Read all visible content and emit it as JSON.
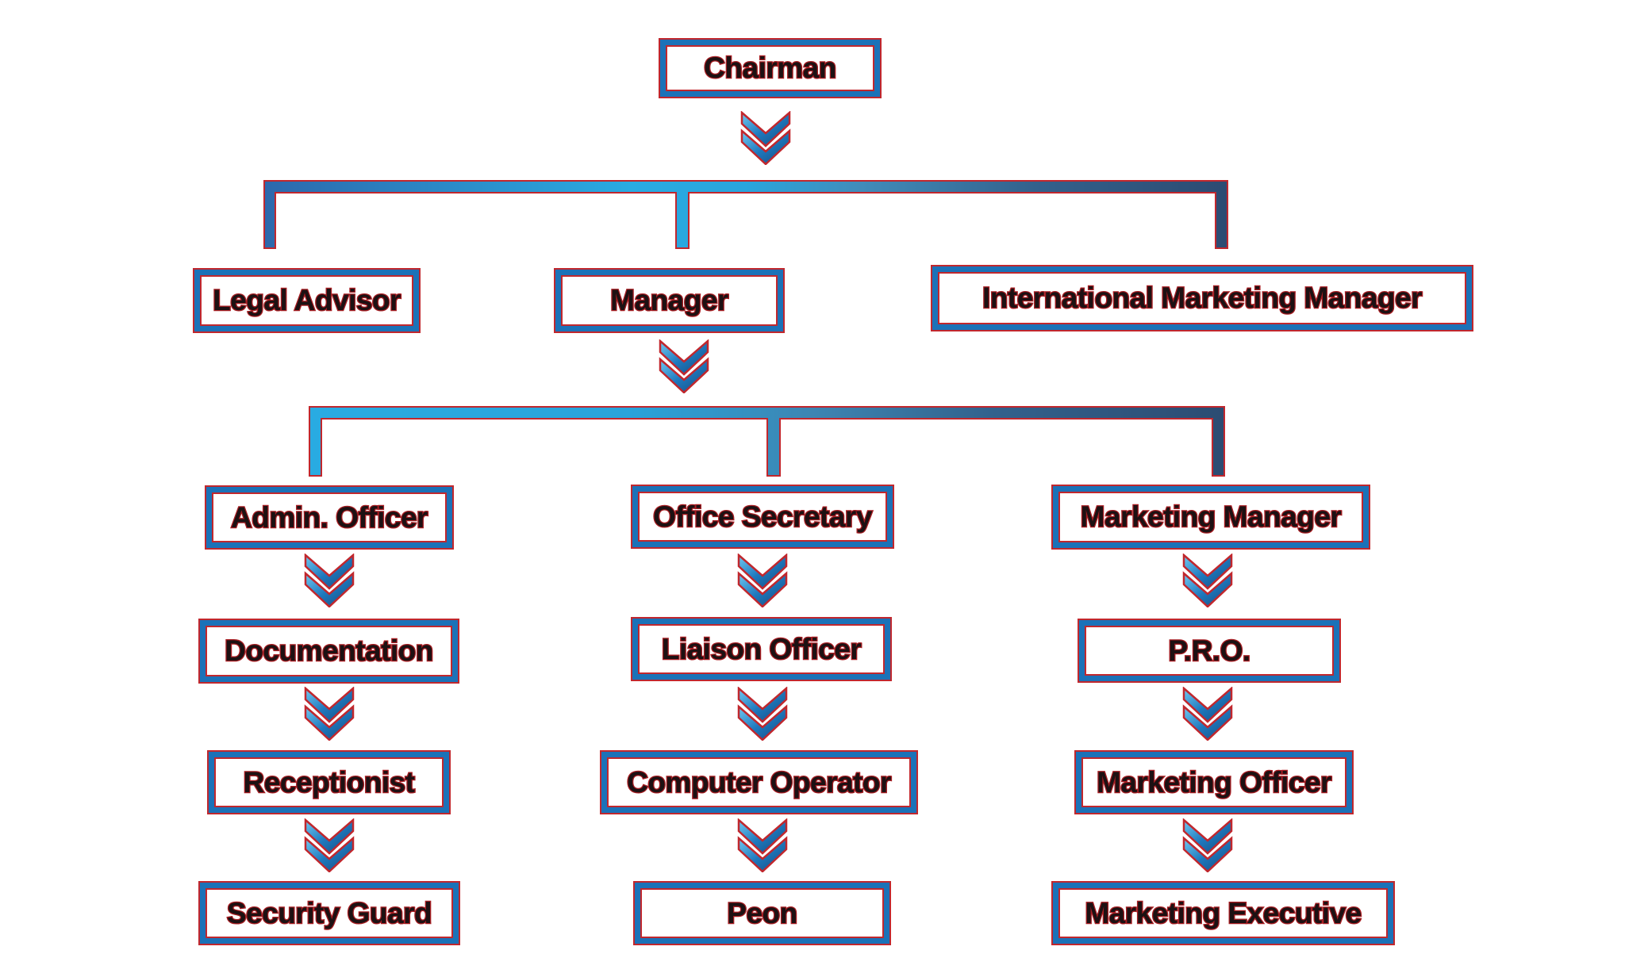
{
  "labels": {
    "chairman": "Chairman",
    "legal_advisor": "Legal Advisor",
    "manager": "Manager",
    "intl_marketing_manager": "International Marketing Manager",
    "admin_officer": "Admin. Officer",
    "office_secretary": "Office Secretary",
    "marketing_manager": "Marketing Manager",
    "documentation": "Documentation",
    "liaison_officer": "Liaison Officer",
    "pro": "P.R.O.",
    "receptionist": "Receptionist",
    "computer_operator": "Computer Operator",
    "marketing_officer": "Marketing Officer",
    "security_guard": "Security Guard",
    "peon": "Peon",
    "marketing_executive": "Marketing Executive"
  },
  "hierarchy": [
    {
      "from": "Chairman",
      "to": [
        "Legal Advisor",
        "Manager",
        "International Marketing Manager"
      ]
    },
    {
      "from": "Manager",
      "to": [
        "Admin. Officer",
        "Office Secretary",
        "Marketing Manager"
      ]
    },
    {
      "from": "Admin. Officer",
      "to": [
        "Documentation"
      ]
    },
    {
      "from": "Documentation",
      "to": [
        "Receptionist"
      ]
    },
    {
      "from": "Receptionist",
      "to": [
        "Security Guard"
      ]
    },
    {
      "from": "Office Secretary",
      "to": [
        "Liaison Officer"
      ]
    },
    {
      "from": "Liaison Officer",
      "to": [
        "Computer Operator"
      ]
    },
    {
      "from": "Computer Operator",
      "to": [
        "Peon"
      ]
    },
    {
      "from": "Marketing Manager",
      "to": [
        "P.R.O."
      ]
    },
    {
      "from": "P.R.O.",
      "to": [
        "Marketing Officer"
      ]
    },
    {
      "from": "Marketing Officer",
      "to": [
        "Marketing Executive"
      ]
    }
  ],
  "colors": {
    "box_border_blue": "#1b72b8",
    "outline_red": "#c1272d",
    "text_dark": "#1d1113",
    "connector_bright_blue": "#29abe2",
    "connector_dark_navy": "#2d4b72",
    "background": "#ffffff"
  }
}
